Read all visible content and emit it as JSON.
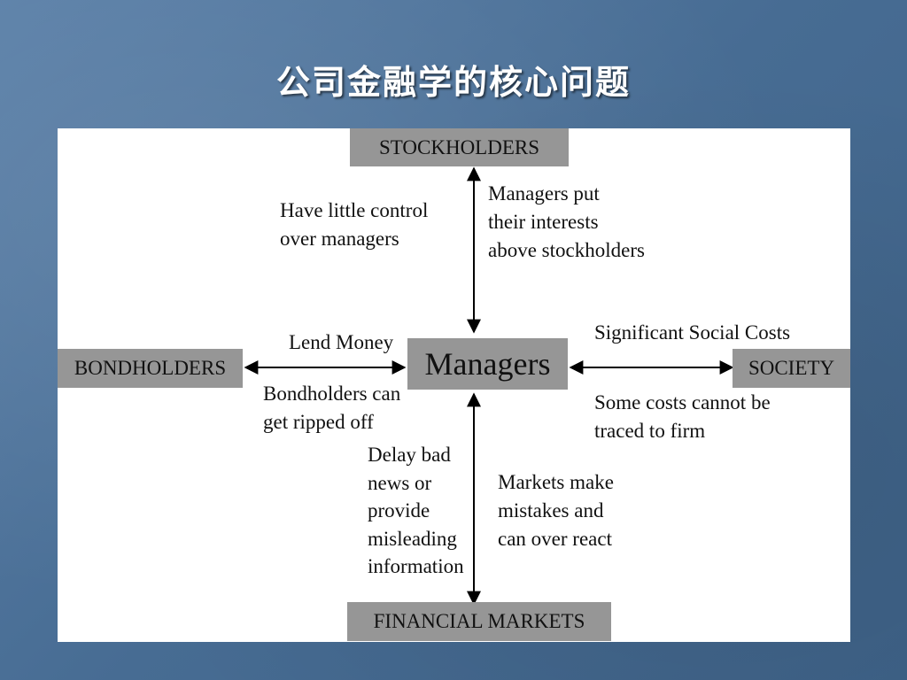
{
  "slide": {
    "title": "公司金融学的核心问题"
  },
  "nodes": {
    "stockholders": "STOCKHOLDERS",
    "managers": "Managers",
    "bondholders": "BONDHOLDERS",
    "society": "SOCIETY",
    "financial_markets": "FINANCIAL MARKETS"
  },
  "labels": {
    "little_control": [
      "Have little control",
      "over managers"
    ],
    "managers_put": [
      "Managers put",
      "their interests",
      "above stockholders"
    ],
    "lend_money": "Lend Money",
    "bondholders_ripped": [
      "Bondholders can",
      "get ripped off"
    ],
    "social_costs": "Significant Social Costs",
    "costs_traced": [
      "Some costs cannot be",
      "traced to firm"
    ],
    "delay_bad_news": [
      "Delay bad",
      "news or",
      "provide",
      "misleading",
      "information"
    ],
    "markets_mistakes": [
      "Markets make",
      "mistakes and",
      "can over react"
    ]
  },
  "colors": {
    "background": "#4a6f97",
    "panel": "#ffffff",
    "node_fill": "#969696",
    "text": "#111111"
  }
}
